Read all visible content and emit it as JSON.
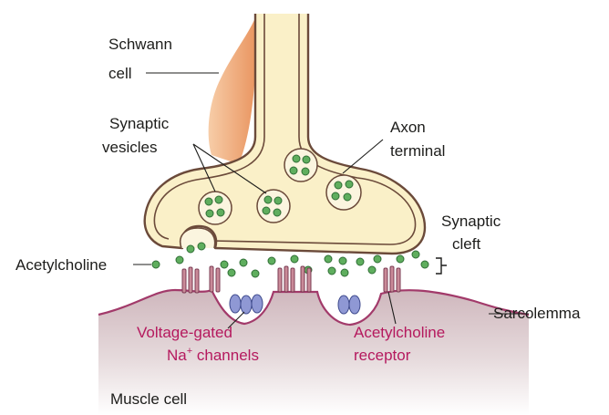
{
  "labels": {
    "schwann_cell": [
      "Schwann",
      "cell"
    ],
    "synaptic_vesicles": [
      "Synaptic",
      "vesicles"
    ],
    "axon_terminal": [
      "Axon",
      "terminal"
    ],
    "synaptic_cleft": [
      "Synaptic",
      "cleft"
    ],
    "acetylcholine": "Acetylcholine",
    "sarcolemma": "Sarcolemma",
    "voltage_gated": [
      "Voltage-gated",
      "Na",
      "+",
      " channels"
    ],
    "ach_receptor": [
      "Acetylcholine",
      "receptor"
    ],
    "muscle_cell": "Muscle cell"
  },
  "colors": {
    "axon_fill": "#faf0c8",
    "outline": "#6b4a3a",
    "schwann_fill": "#f3b48a",
    "vesicle_fill": "#fbf5df",
    "dot_fill": "#5fae5e",
    "dot_stroke": "#2f6e35",
    "muscle_fill": "#d9c8cb",
    "muscle_edge": "#a23a6a",
    "receptor_fill": "#c98a98",
    "channel_fill": "#8f98d4",
    "label_text": "#1d1d1b",
    "accent_text": "#b5195e"
  }
}
